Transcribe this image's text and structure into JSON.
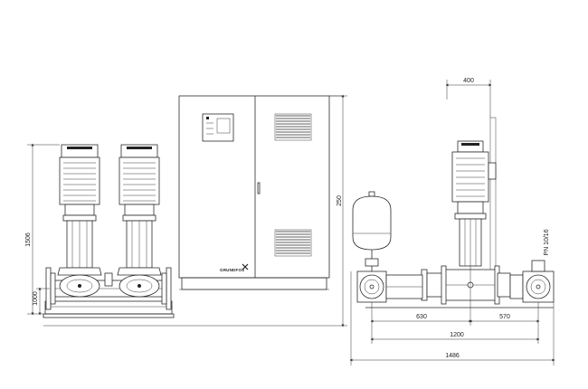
{
  "dimensions": {
    "top_width": "400",
    "left_height": "1506",
    "left_lower_height": "1000",
    "cabinet_height": "250",
    "pressure_rating": "PN 10/16",
    "left_span": "630",
    "right_span": "570",
    "inner_width": "1200",
    "total_width": "1486"
  },
  "cabinet": {
    "brand": "GRUNDFOS"
  }
}
